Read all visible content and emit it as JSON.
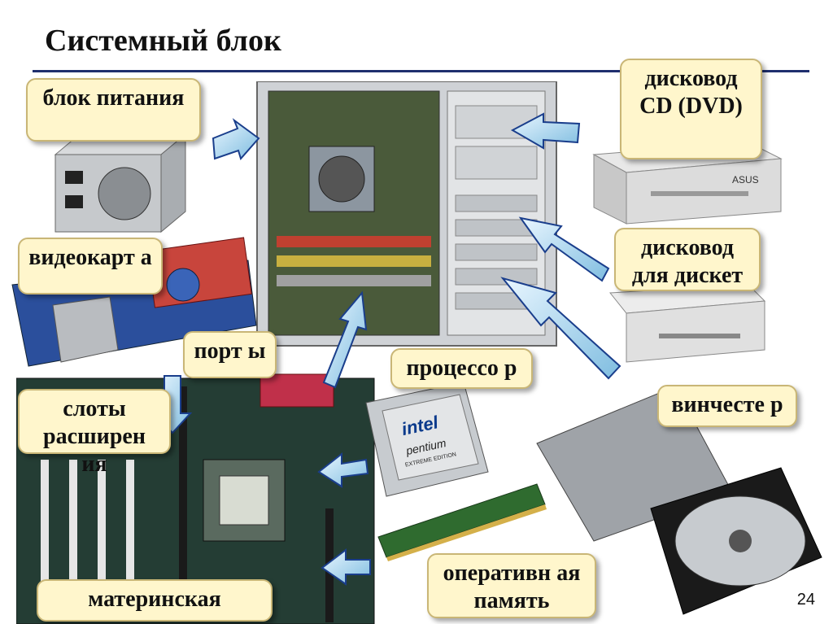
{
  "slide": {
    "title": "Системный блок",
    "page_number": "24"
  },
  "labels": {
    "psu": "блок питания",
    "cd": "дисковод CD (DVD)",
    "videocard": "видеокарт а",
    "floppy": "дисковод для дискет",
    "ports": "порт ы",
    "cpu": "процессо р",
    "slots": "слоты расширен ия",
    "hdd": "винчесте р",
    "ram": "оперативн ая память",
    "motherboard": "материнская"
  },
  "images": {
    "chip_brand": "intel",
    "chip_model": "pentium",
    "chip_edition": "EXTREME EDITION",
    "cd_brand": "ASUS"
  }
}
